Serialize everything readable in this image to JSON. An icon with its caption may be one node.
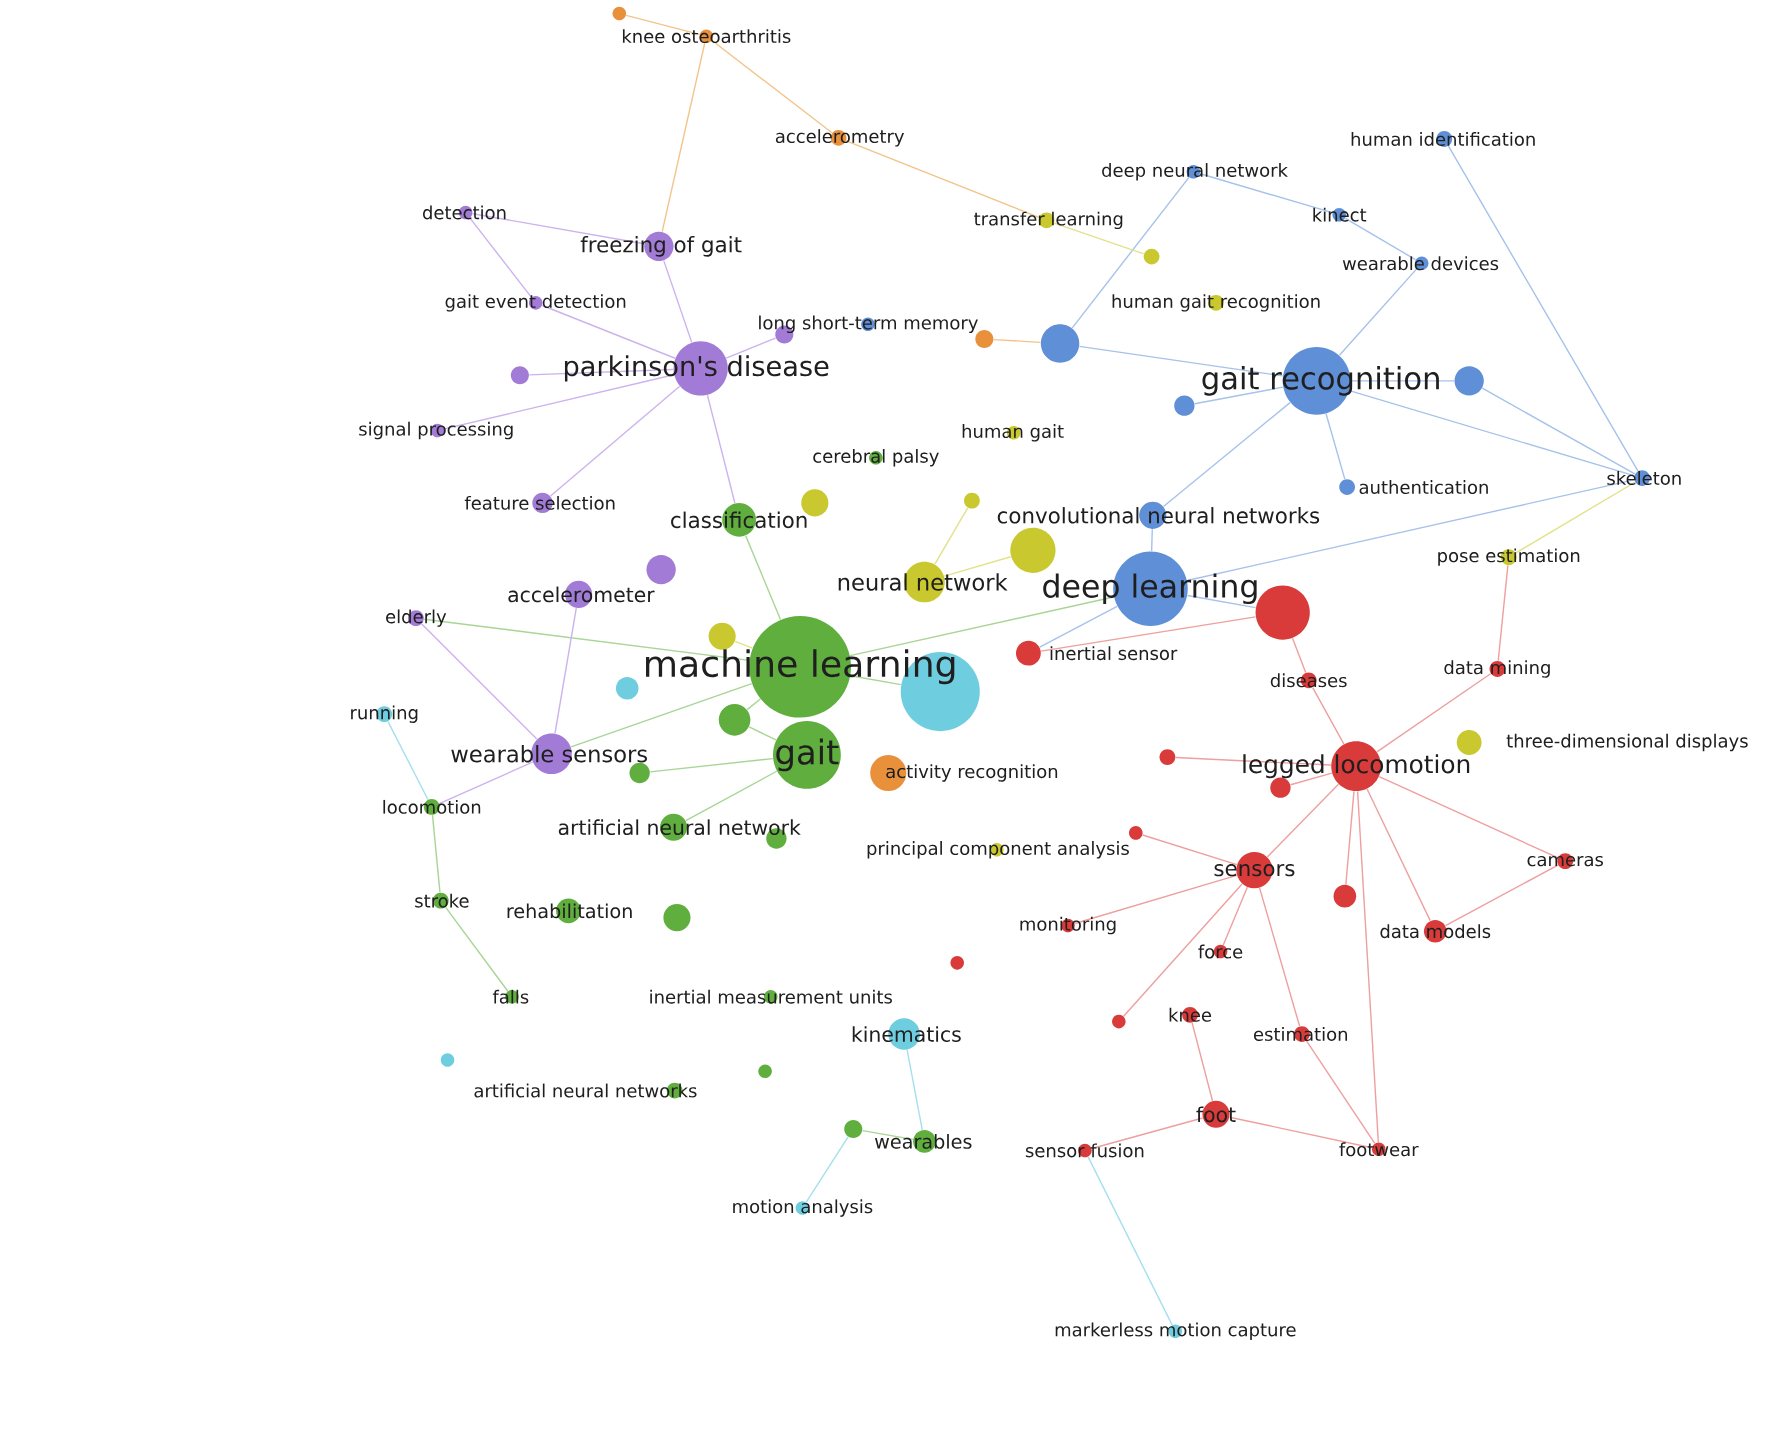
{
  "diagram": {
    "nodes": [
      {
        "text": [
          "machine learning"
        ]
      },
      {
        "text": [],
        "shape": "circle"
      },
      {
        "text": [
          "deep learning"
        ]
      },
      {
        "text": [
          "gait recognition"
        ]
      },
      {
        "text": [
          "gait"
        ]
      },
      {
        "text": [
          "parkinson's disease"
        ]
      },
      {
        "text": [
          "legged locomotion"
        ]
      },
      {
        "text": [],
        "shape": "circle"
      },
      {
        "text": [
          "wearable sensors"
        ]
      },
      {
        "text": [
          "neural network"
        ]
      },
      {
        "text": [],
        "shape": "circle"
      },
      {
        "text": [
          "convolutional neural networks"
        ]
      },
      {
        "text": [
          "sensors"
        ]
      },
      {
        "text": [
          "classification"
        ]
      },
      {
        "text": [
          "freezing of gait"
        ]
      },
      {
        "text": [
          "accelerometer"
        ]
      },
      {
        "text": [
          "kinematics"
        ]
      },
      {
        "text": [
          "activity recognition"
        ]
      },
      {
        "text": [
          "artificial neural network"
        ]
      },
      {
        "text": [
          "rehabilitation"
        ]
      },
      {
        "text": [],
        "shape": "circle"
      },
      {
        "text": [],
        "shape": "circle"
      },
      {
        "text": [],
        "shape": "circle"
      },
      {
        "text": [],
        "shape": "circle"
      },
      {
        "text": [],
        "shape": "circle"
      },
      {
        "text": [],
        "shape": "circle"
      },
      {
        "text": [],
        "shape": "circle"
      },
      {
        "text": [],
        "shape": "circle"
      },
      {
        "text": [
          "inertial sensor"
        ]
      },
      {
        "text": [
          "foot"
        ]
      },
      {
        "text": [
          "wearables"
        ]
      },
      {
        "text": [
          "data models"
        ]
      },
      {
        "text": [],
        "shape": "circle"
      },
      {
        "text": [],
        "shape": "circle"
      },
      {
        "text": [
          "three-dimensional displays"
        ]
      },
      {
        "text": [
          "diseases"
        ]
      },
      {
        "text": [
          "data mining"
        ]
      },
      {
        "text": [
          "cameras"
        ]
      },
      {
        "text": [
          "pose estimation"
        ]
      },
      {
        "text": [
          "skeleton"
        ]
      },
      {
        "text": [
          "authentication"
        ]
      },
      {
        "text": [],
        "shape": "circle"
      },
      {
        "text": [
          "human gait recognition"
        ]
      },
      {
        "text": [
          "wearable devices"
        ]
      },
      {
        "text": [
          "kinect"
        ]
      },
      {
        "text": [
          "human identification"
        ]
      },
      {
        "text": [
          "deep neural network"
        ]
      },
      {
        "text": [
          "transfer learning"
        ]
      },
      {
        "text": [],
        "shape": "circle"
      },
      {
        "text": [
          "accelerometry"
        ]
      },
      {
        "text": [
          "knee osteoarthritis"
        ]
      },
      {
        "text": [],
        "shape": "circle"
      },
      {
        "text": [],
        "shape": "circle"
      },
      {
        "text": [
          "long short-term memory"
        ]
      },
      {
        "text": [],
        "shape": "circle"
      },
      {
        "text": [
          "detection"
        ]
      },
      {
        "text": [
          "gait event detection"
        ]
      },
      {
        "text": [],
        "shape": "circle"
      },
      {
        "text": [
          "signal processing"
        ]
      },
      {
        "text": [
          "feature selection"
        ]
      },
      {
        "text": [
          "elderly"
        ]
      },
      {
        "text": [
          "running"
        ]
      },
      {
        "text": [
          "locomotion"
        ]
      },
      {
        "text": [
          "stroke"
        ]
      },
      {
        "text": [
          "falls"
        ]
      },
      {
        "text": [
          "artificial neural networks"
        ]
      },
      {
        "text": [],
        "shape": "circle"
      },
      {
        "text": [],
        "shape": "circle"
      },
      {
        "text": [],
        "shape": "circle"
      },
      {
        "text": [
          "motion analysis"
        ]
      },
      {
        "text": [
          "inertial measurement units"
        ]
      },
      {
        "text": [
          "principal component analysis"
        ]
      },
      {
        "text": [
          "monitoring"
        ]
      },
      {
        "text": [],
        "shape": "circle"
      },
      {
        "text": [
          "force"
        ]
      },
      {
        "text": [
          "knee"
        ]
      },
      {
        "text": [],
        "shape": "circle"
      },
      {
        "text": [
          "estimation"
        ]
      },
      {
        "text": [
          "footwear"
        ]
      },
      {
        "text": [
          "sensor fusion"
        ]
      },
      {
        "text": [
          "markerless motion capture"
        ]
      },
      {
        "text": [
          "human gait"
        ]
      },
      {
        "text": [
          "cerebral palsy"
        ]
      },
      {
        "text": [],
        "shape": "circle"
      },
      {
        "text": [],
        "shape": "circle"
      },
      {
        "text": [],
        "shape": "circle"
      },
      {
        "text": [],
        "shape": "circle"
      },
      {
        "text": [],
        "shape": "circle"
      }
    ],
    "edges": [
      {
        "from": 0,
        "to": 1,
        "arrow": "none",
        "color": "#a8d595"
      },
      {
        "from": 0,
        "to": 2,
        "arrow": "none",
        "color": "#a8d595"
      },
      {
        "from": 0,
        "to": 13,
        "arrow": "none",
        "color": "#a8d595"
      },
      {
        "from": 0,
        "to": 8,
        "arrow": "none",
        "color": "#a8d595"
      },
      {
        "from": 0,
        "to": 23,
        "arrow": "none",
        "color": "#a8d595"
      },
      {
        "from": 0,
        "to": 60,
        "arrow": "none",
        "color": "#a8d595"
      },
      {
        "from": 2,
        "to": 11,
        "arrow": "none",
        "color": "#a6c2ea"
      },
      {
        "from": 2,
        "to": 7,
        "arrow": "none",
        "color": "#a6c2ea"
      },
      {
        "from": 2,
        "to": 28,
        "arrow": "none",
        "color": "#a6c2ea"
      },
      {
        "from": 2,
        "to": 39,
        "arrow": "none",
        "color": "#a6c2ea"
      },
      {
        "from": 3,
        "to": 20,
        "arrow": "none",
        "color": "#a6c2ea"
      },
      {
        "from": 3,
        "to": 21,
        "arrow": "none",
        "color": "#a6c2ea"
      },
      {
        "from": 3,
        "to": 41,
        "arrow": "none",
        "color": "#a6c2ea"
      },
      {
        "from": 3,
        "to": 43,
        "arrow": "none",
        "color": "#a6c2ea"
      },
      {
        "from": 3,
        "to": 39,
        "arrow": "none",
        "color": "#a6c2ea"
      },
      {
        "from": 3,
        "to": 40,
        "arrow": "none",
        "color": "#a6c2ea"
      },
      {
        "from": 3,
        "to": 11,
        "arrow": "none",
        "color": "#a6c2ea"
      },
      {
        "from": 21,
        "to": 39,
        "arrow": "none",
        "color": "#a6c2ea"
      },
      {
        "from": 20,
        "to": 46,
        "arrow": "none",
        "color": "#a6c2ea"
      },
      {
        "from": 45,
        "to": 39,
        "arrow": "none",
        "color": "#a6c2ea"
      },
      {
        "from": 46,
        "to": 44,
        "arrow": "none",
        "color": "#a6c2ea"
      },
      {
        "from": 44,
        "to": 43,
        "arrow": "none",
        "color": "#a6c2ea"
      },
      {
        "from": 6,
        "to": 12,
        "arrow": "none",
        "color": "#ee9f9f"
      },
      {
        "from": 6,
        "to": 33,
        "arrow": "none",
        "color": "#ee9f9f"
      },
      {
        "from": 6,
        "to": 32,
        "arrow": "none",
        "color": "#ee9f9f"
      },
      {
        "from": 6,
        "to": 31,
        "arrow": "none",
        "color": "#ee9f9f"
      },
      {
        "from": 6,
        "to": 37,
        "arrow": "none",
        "color": "#ee9f9f"
      },
      {
        "from": 6,
        "to": 36,
        "arrow": "none",
        "color": "#ee9f9f"
      },
      {
        "from": 6,
        "to": 35,
        "arrow": "none",
        "color": "#ee9f9f"
      },
      {
        "from": 6,
        "to": 78,
        "arrow": "none",
        "color": "#ee9f9f"
      },
      {
        "from": 6,
        "to": 86,
        "arrow": "none",
        "color": "#ee9f9f"
      },
      {
        "from": 12,
        "to": 74,
        "arrow": "none",
        "color": "#ee9f9f"
      },
      {
        "from": 12,
        "to": 77,
        "arrow": "none",
        "color": "#ee9f9f"
      },
      {
        "from": 12,
        "to": 72,
        "arrow": "none",
        "color": "#ee9f9f"
      },
      {
        "from": 12,
        "to": 87,
        "arrow": "none",
        "color": "#ee9f9f"
      },
      {
        "from": 12,
        "to": 76,
        "arrow": "none",
        "color": "#ee9f9f"
      },
      {
        "from": 29,
        "to": 75,
        "arrow": "none",
        "color": "#ee9f9f"
      },
      {
        "from": 29,
        "to": 78,
        "arrow": "none",
        "color": "#ee9f9f"
      },
      {
        "from": 29,
        "to": 79,
        "arrow": "none",
        "color": "#ee9f9f"
      },
      {
        "from": 78,
        "to": 77,
        "arrow": "none",
        "color": "#ee9f9f"
      },
      {
        "from": 31,
        "to": 37,
        "arrow": "none",
        "color": "#ee9f9f"
      },
      {
        "from": 7,
        "to": 28,
        "arrow": "none",
        "color": "#ee9f9f"
      },
      {
        "from": 7,
        "to": 35,
        "arrow": "none",
        "color": "#ee9f9f"
      },
      {
        "from": 36,
        "to": 38,
        "arrow": "none",
        "color": "#ee9f9f"
      },
      {
        "from": 38,
        "to": 39,
        "arrow": "none",
        "color": "#e2e28a"
      },
      {
        "from": 5,
        "to": 14,
        "arrow": "none",
        "color": "#cdb2ee"
      },
      {
        "from": 5,
        "to": 54,
        "arrow": "none",
        "color": "#cdb2ee"
      },
      {
        "from": 5,
        "to": 56,
        "arrow": "none",
        "color": "#cdb2ee"
      },
      {
        "from": 5,
        "to": 57,
        "arrow": "none",
        "color": "#cdb2ee"
      },
      {
        "from": 5,
        "to": 58,
        "arrow": "none",
        "color": "#cdb2ee"
      },
      {
        "from": 5,
        "to": 59,
        "arrow": "none",
        "color": "#cdb2ee"
      },
      {
        "from": 5,
        "to": 13,
        "arrow": "none",
        "color": "#cdb2ee"
      },
      {
        "from": 8,
        "to": 15,
        "arrow": "none",
        "color": "#cdb2ee"
      },
      {
        "from": 8,
        "to": 62,
        "arrow": "none",
        "color": "#cdb2ee"
      },
      {
        "from": 8,
        "to": 60,
        "arrow": "none",
        "color": "#cdb2ee"
      },
      {
        "from": 14,
        "to": 55,
        "arrow": "none",
        "color": "#cdb2ee"
      },
      {
        "from": 55,
        "to": 56,
        "arrow": "none",
        "color": "#cdb2ee"
      },
      {
        "from": 49,
        "to": 50,
        "arrow": "none",
        "color": "#f2c48a"
      },
      {
        "from": 50,
        "to": 14,
        "arrow": "none",
        "color": "#f2c48a"
      },
      {
        "from": 50,
        "to": 51,
        "arrow": "none",
        "color": "#f2c48a"
      },
      {
        "from": 52,
        "to": 20,
        "arrow": "none",
        "color": "#f2c48a"
      },
      {
        "from": 49,
        "to": 47,
        "arrow": "none",
        "color": "#f2c48a"
      },
      {
        "from": 61,
        "to": 62,
        "arrow": "none",
        "color": "#a4e0ec"
      },
      {
        "from": 62,
        "to": 63,
        "arrow": "none",
        "color": "#a8d595"
      },
      {
        "from": 63,
        "to": 64,
        "arrow": "none",
        "color": "#a8d595"
      },
      {
        "from": 4,
        "to": 18,
        "arrow": "none",
        "color": "#a8d595"
      },
      {
        "from": 4,
        "to": 23,
        "arrow": "none",
        "color": "#a8d595"
      },
      {
        "from": 4,
        "to": 85,
        "arrow": "none",
        "color": "#a8d595"
      },
      {
        "from": 16,
        "to": 30,
        "arrow": "none",
        "color": "#a4e0ec"
      },
      {
        "from": 68,
        "to": 30,
        "arrow": "none",
        "color": "#a8d595"
      },
      {
        "from": 69,
        "to": 68,
        "arrow": "none",
        "color": "#a4e0ec"
      },
      {
        "from": 80,
        "to": 79,
        "arrow": "none",
        "color": "#a4e0ec"
      },
      {
        "from": 9,
        "to": 10,
        "arrow": "none",
        "color": "#e2e28a"
      },
      {
        "from": 9,
        "to": 83,
        "arrow": "none",
        "color": "#e2e28a"
      },
      {
        "from": 47,
        "to": 48,
        "arrow": "none",
        "color": "#e2e28a"
      },
      {
        "from": 26,
        "to": 0,
        "arrow": "none",
        "color": "#e2e28a"
      }
    ]
  }
}
